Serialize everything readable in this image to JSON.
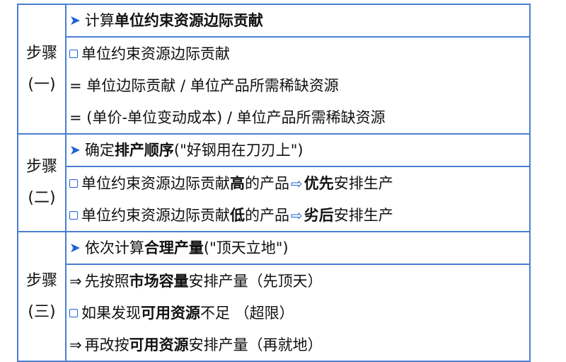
{
  "colors": {
    "border": "#4a7fd0",
    "marker": "#1a64d8",
    "text": "#111111"
  },
  "step1": {
    "label_top": "步骤",
    "label_bottom": "(一)",
    "heading": {
      "pre": "计算",
      "bold": "单位约束资源边际贡献"
    },
    "lines": [
      "单位约束资源边际贡献",
      "= 单位边际贡献 / 单位产品所需稀缺资源",
      "= (单价-单位变动成本) / 单位产品所需稀缺资源"
    ]
  },
  "step2": {
    "label_top": "步骤",
    "label_bottom": "(二)",
    "heading": {
      "pre": "确定",
      "bold": "排产顺序",
      "post": " (\"好钢用在刀刃上\")"
    },
    "lines": [
      {
        "a": "单位约束资源边际贡献",
        "b": "高",
        "c": "的产品",
        "d": "优先",
        "e": "安排生产"
      },
      {
        "a": "单位约束资源边际贡献",
        "b": "低",
        "c": "的产品",
        "d": "劣后",
        "e": "安排生产"
      }
    ]
  },
  "step3": {
    "label_top": "步骤",
    "label_bottom": "(三)",
    "heading": {
      "pre": "依次计算",
      "bold": "合理产量",
      "post": " (\"顶天立地\")"
    },
    "lines": [
      {
        "a": "先按照",
        "b": "市场容量",
        "c": "安排产量（先顶天）"
      },
      {
        "a": "如果发现",
        "b": "可用资源",
        "c": "不足 （超限）"
      },
      {
        "a": "再改按",
        "b": "可用资源",
        "c": "安排产量（再就地）"
      }
    ]
  }
}
